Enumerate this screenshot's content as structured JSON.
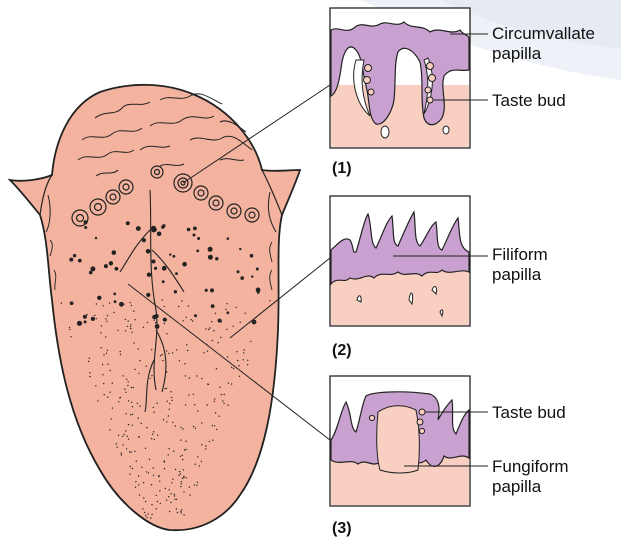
{
  "labels": {
    "circumvallate_line1": "Circumvallate",
    "circumvallate_line2": "papilla",
    "taste_bud_1": "Taste bud",
    "filiform_line1": "Filiform",
    "filiform_line2": "papilla",
    "taste_bud_3": "Taste bud",
    "fungiform_line1": "Fungiform",
    "fungiform_line2": "papilla"
  },
  "panel_numbers": {
    "panel_1": "(1)",
    "panel_2": "(2)",
    "panel_3": "(3)"
  },
  "colors": {
    "tongue_fill": "#f4b39e",
    "epithelium_fill": "#c9a1d0",
    "tissue_fill": "#f8cfc0",
    "outline": "#222222"
  }
}
